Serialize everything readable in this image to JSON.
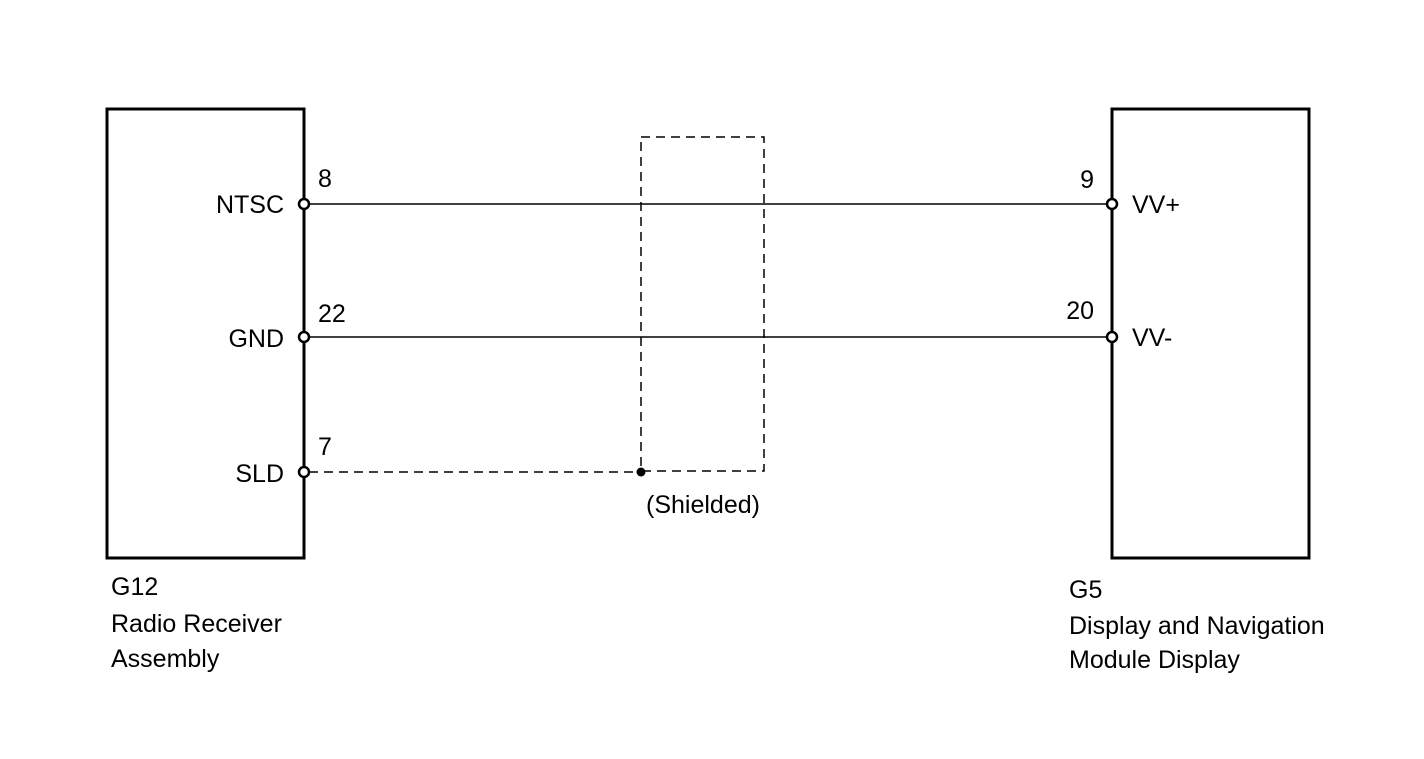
{
  "left_component": {
    "code": "G12",
    "name_line1": "Radio Receiver",
    "name_line2": "Assembly",
    "terminals": [
      {
        "signal": "NTSC",
        "pin": "8"
      },
      {
        "signal": "GND",
        "pin": "22"
      },
      {
        "signal": "SLD",
        "pin": "7"
      }
    ]
  },
  "right_component": {
    "code": "G5",
    "name_line1": "Display and Navigation",
    "name_line2": "Module Display",
    "terminals": [
      {
        "signal": "VV+",
        "pin": "9"
      },
      {
        "signal": "VV-",
        "pin": "20"
      }
    ]
  },
  "shield": {
    "label": "(Shielded)"
  },
  "colors": {
    "line": "#000000",
    "background": "#ffffff"
  }
}
